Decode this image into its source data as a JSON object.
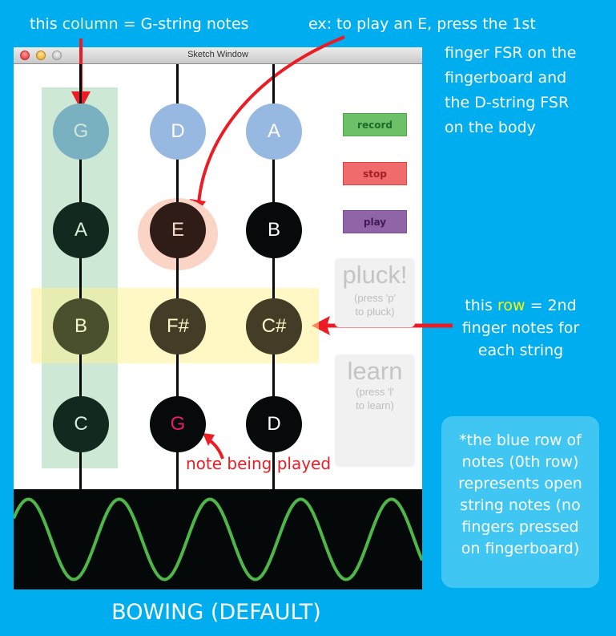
{
  "annotations": {
    "column_note": {
      "prefix": "this ",
      "highlight": "column",
      "suffix": " = G-string notes"
    },
    "example_note": {
      "line1": "ex: to play an E, press the 1st",
      "line2": "finger FSR on the",
      "line3": "fingerboard and",
      "line4": "the D-string FSR",
      "line5": "on the body"
    },
    "row_note": {
      "prefix": "this ",
      "highlight": "row",
      "suffix": " = 2nd",
      "line2": "finger notes for",
      "line3": "each string"
    },
    "playing_note": "note being played",
    "footnote": {
      "line1": "*the blue row of",
      "line2": "notes (0th row)",
      "line3": "represents open",
      "line4": "string notes (no",
      "line5": "fingers pressed",
      "line6": "on fingerboard)"
    },
    "mode_title": "BOWING (DEFAULT)"
  },
  "window": {
    "title": "Sketch Window",
    "controls": {
      "close": "close-button",
      "minimize": "minimize-button",
      "maximize": "zoom-button"
    }
  },
  "strings": [
    {
      "name": "G",
      "notes": [
        "G",
        "A",
        "B",
        "C"
      ]
    },
    {
      "name": "D",
      "notes": [
        "D",
        "E",
        "F#",
        "G"
      ]
    },
    {
      "name": "A",
      "notes": [
        "A",
        "B",
        "C#",
        "D"
      ]
    }
  ],
  "highlights": {
    "column": "G-string",
    "row": "2nd finger",
    "pressed_note": "E",
    "playing_note": "G"
  },
  "buttons": {
    "record": "record",
    "stop": "stop",
    "play": "play"
  },
  "modes": {
    "pluck": {
      "title": "pluck!",
      "hint1": "(press 'p'",
      "hint2": "to pluck)"
    },
    "learn": {
      "title": "learn",
      "hint1": "(press 'l'",
      "hint2": "to learn)"
    }
  },
  "colors": {
    "background": "#00adee",
    "open_note": "#97b8e0",
    "record": "#6cc067",
    "stop": "#f06b6b",
    "play": "#9065a8",
    "waveform": "#4db848",
    "annotation_red": "#ed1c24",
    "playing_note_text": "#ec1a6c"
  },
  "waveform": {
    "cycles": 4.5,
    "type": "sine"
  }
}
